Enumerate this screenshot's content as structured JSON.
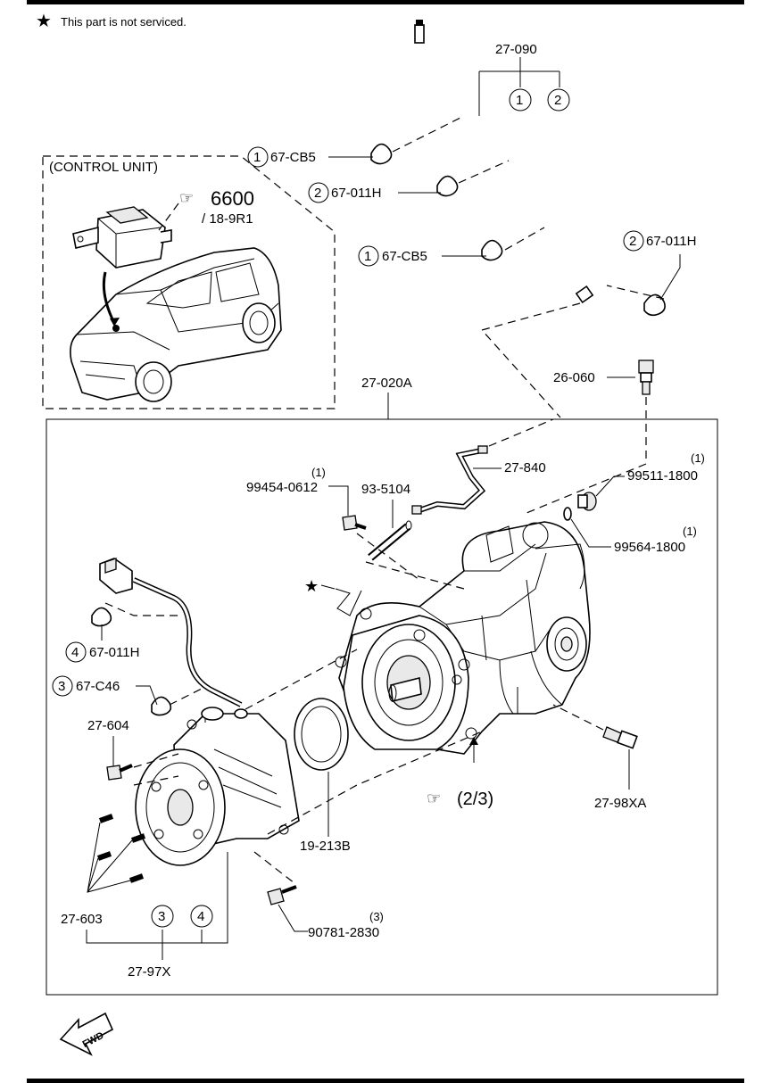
{
  "note": {
    "star": "★",
    "text": "This part is not serviced."
  },
  "control_unit": {
    "title": "(CONTROL UNIT)",
    "ref": "6600",
    "ref_sub": "/ 18-9R1"
  },
  "callouts": {
    "c1a": "1",
    "c2a": "2",
    "c1b": "1",
    "c2b": "2",
    "c1c": "1",
    "c2c": "2",
    "c4a": "4",
    "c3a": "3",
    "c3b": "3",
    "c4b": "4"
  },
  "labels": {
    "p27090": "27-090",
    "p67cb5_a": "67-CB5",
    "p67011h_a": "67-011H",
    "p67cb5_b": "67-CB5",
    "p67011h_b": "67-011H",
    "p26060": "26-060",
    "p27020a": "27-020A",
    "p27840": "27-840",
    "p99454": "99454-0612",
    "p99454_q": "(1)",
    "p935104": "93-5104",
    "p99511": "99511-1800",
    "p99511_q": "(1)",
    "p99564": "99564-1800",
    "p99564_q": "(1)",
    "p67011h_c": "67-011H",
    "p67c46": "67-C46",
    "p27604": "27-604",
    "p19213b": "19-213B",
    "p27603": "27-603",
    "p27097x": "27-97X",
    "p90781": "90781-2830",
    "p90781_q": "(3)",
    "p2798xa": "27-98XA",
    "ref23": "(2/3)",
    "fwd": "FWD"
  }
}
